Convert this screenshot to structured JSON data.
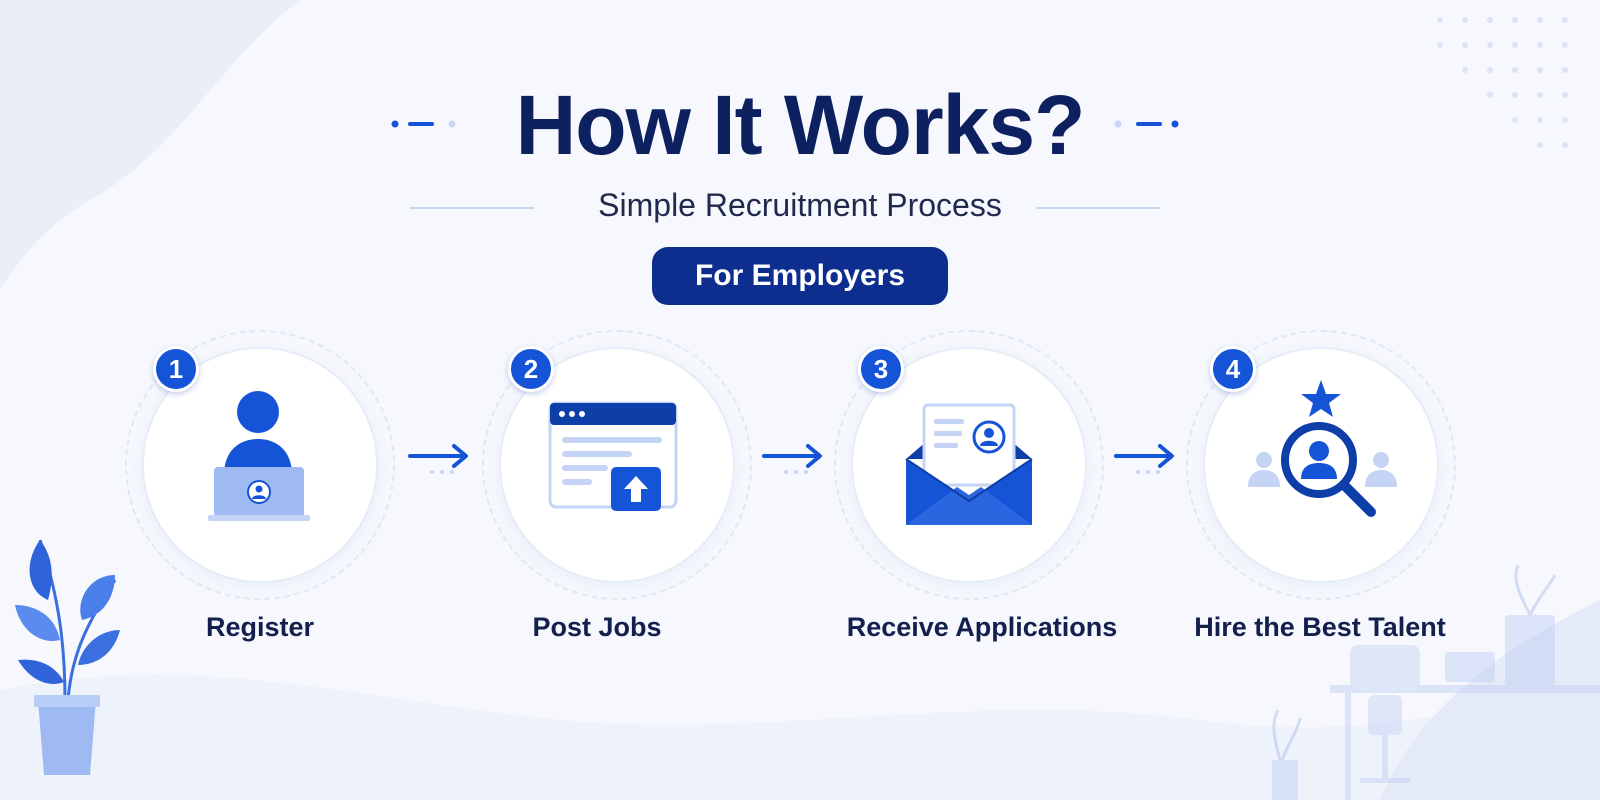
{
  "header": {
    "title": "How It Works?",
    "subtitle": "Simple Recruitment Process",
    "badge": "For Employers"
  },
  "steps": [
    {
      "number": "1",
      "label": "Register",
      "icon": "user-laptop-icon"
    },
    {
      "number": "2",
      "label": "Post Jobs",
      "icon": "browser-upload-icon"
    },
    {
      "number": "3",
      "label": "Receive Applications",
      "icon": "envelope-resume-icon"
    },
    {
      "number": "4",
      "label": "Hire the Best Talent",
      "icon": "magnifier-candidate-icon"
    }
  ],
  "colors": {
    "primary": "#1554d6",
    "navy": "#0d2160",
    "badge": "#0e2e8f",
    "light_blue": "#c8d6f7",
    "background": "#f6f8fd"
  }
}
